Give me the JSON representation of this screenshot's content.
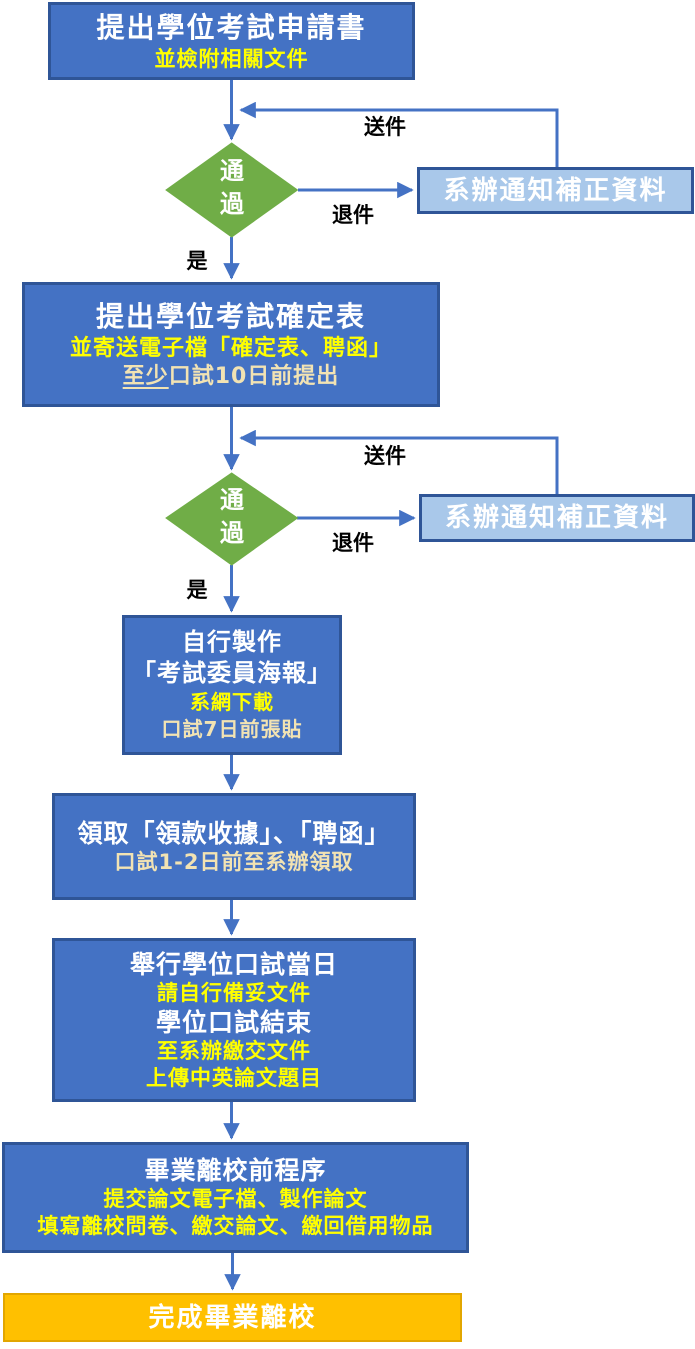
{
  "colors": {
    "box_blue": "#4472C4",
    "box_blue_border": "#2F5597",
    "box_lightblue": "#A9C8EA",
    "box_lightblue_border": "#2F5597",
    "diamond_green": "#70AD47",
    "box_orange": "#FFC000",
    "box_orange_border": "#E2A600",
    "arrow": "#4472C4",
    "text_white": "#FFFFFF",
    "text_yellow": "#FFFF00",
    "text_cream": "#F2E3B3",
    "label_black": "#000000"
  },
  "edge_labels": {
    "yes": "是",
    "reject": "退件",
    "resubmit": "送件"
  },
  "nodes": {
    "step1": {
      "title": "提出學位考試申請書",
      "note": "並檢附相關文件"
    },
    "decision1": {
      "label": "通過"
    },
    "notify1": {
      "label": "系辦通知補正資料"
    },
    "step2": {
      "title": "提出學位考試確定表",
      "note1": "並寄送電子檔「確定表、聘函」",
      "note2_underline": "至少",
      "note2_rest": "口試10日前提出"
    },
    "decision2": {
      "label": "通過"
    },
    "notify2": {
      "label": "系辦通知補正資料"
    },
    "step3": {
      "title_line1": "自行製作",
      "title_line2": "「考試委員海報」",
      "note1": "系網下載",
      "note2": "口試7日前張貼"
    },
    "step4": {
      "title": "領取「領款收據」、「聘函」",
      "note": "口試1-2日前至系辦領取"
    },
    "step5": {
      "line1": "舉行學位口試當日",
      "line2": "請自行備妥文件",
      "line3": "學位口試結束",
      "line4": "至系辦繳交文件",
      "line5": "上傳中英論文題目"
    },
    "step6": {
      "title": "畢業離校前程序",
      "note1": "提交論文電子檔、製作論文",
      "note2": "填寫離校問卷、繳交論文、繳回借用物品"
    },
    "final": {
      "title": "完成畢業離校"
    }
  }
}
